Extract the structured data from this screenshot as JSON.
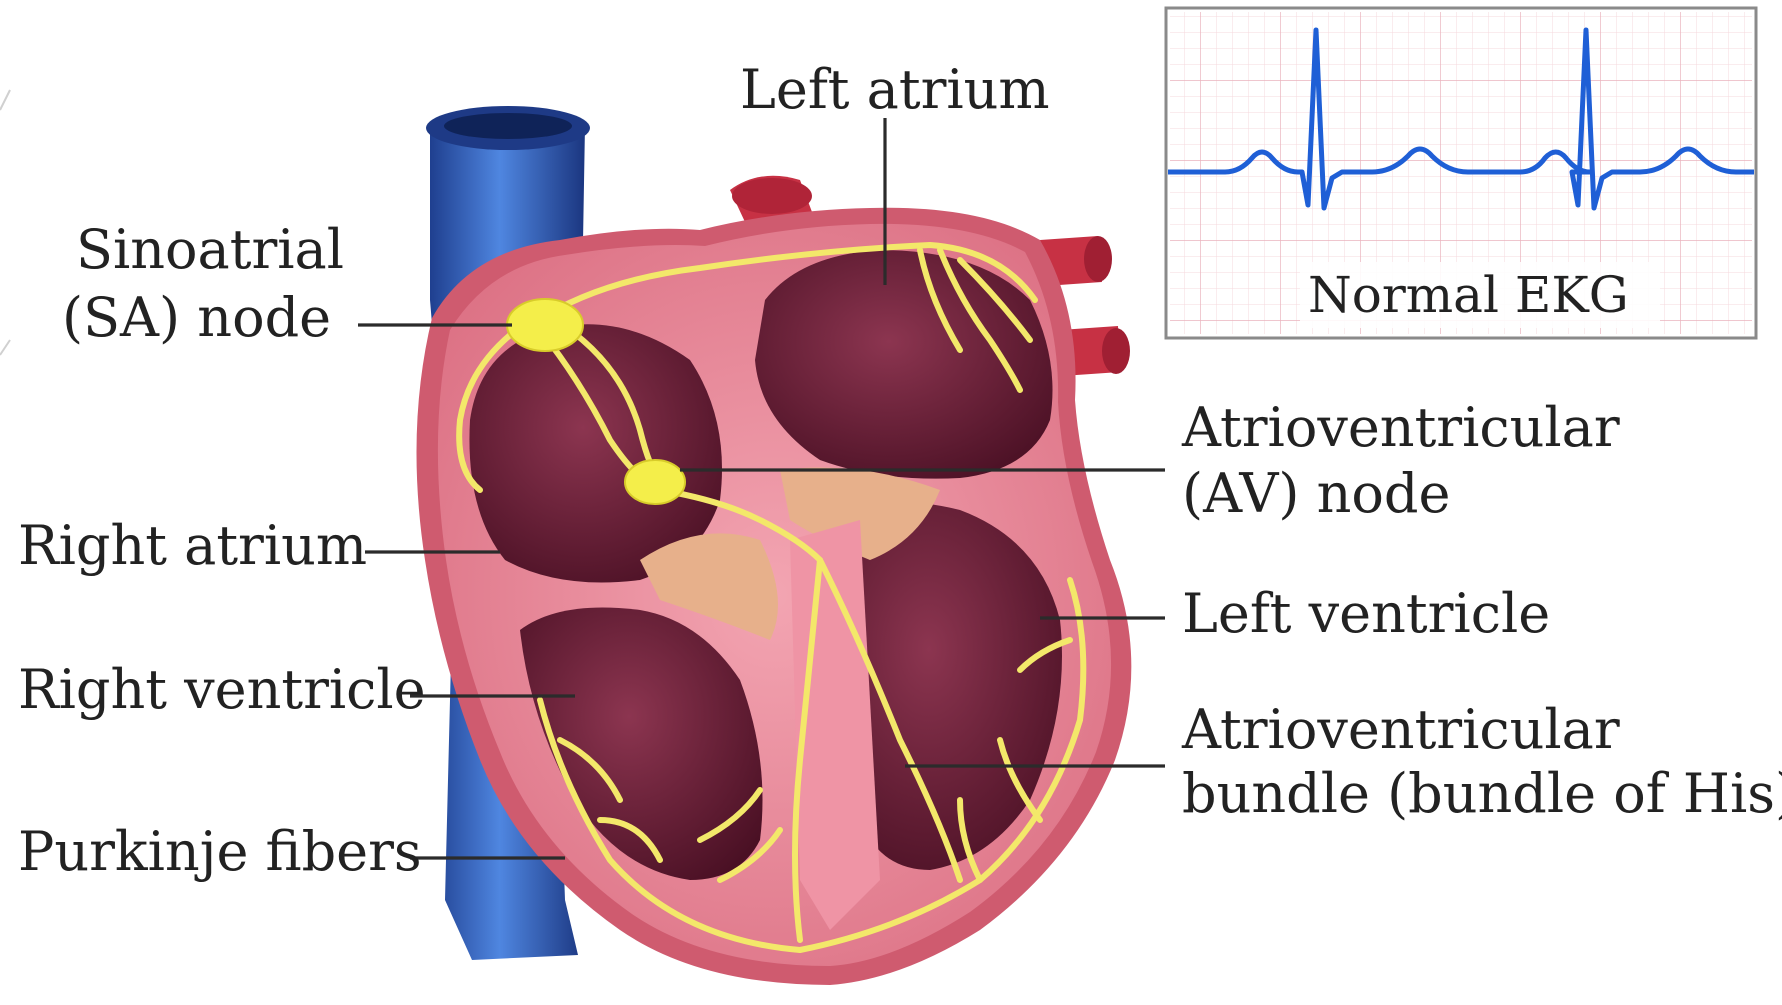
{
  "labels": {
    "left_atrium": "Left atrium",
    "sa_node_line1": "Sinoatrial",
    "sa_node_line2": "(SA) node",
    "av_node_line1": "Atrioventricular",
    "av_node_line2": "(AV) node",
    "right_atrium": "Right atrium",
    "left_ventricle": "Left ventricle",
    "right_ventricle": "Right ventricle",
    "av_bundle_line1": "Atrioventricular",
    "av_bundle_line2": "bundle (bundle of His)",
    "purkinje_fibers": "Purkinje fibers"
  },
  "ekg_inset": {
    "caption": "Normal EKG",
    "beats": 2
  },
  "colors": {
    "vena_cava": "#2f5fb8",
    "heart_wall": "#e98a9c",
    "heart_outer": "#c9505e",
    "chamber": "#6e1f35",
    "conduction": "#f3e86a",
    "node": "#f4ee4a",
    "ekg_trace": "#1f5fd6",
    "ekg_grid": "#f1c7cf"
  }
}
